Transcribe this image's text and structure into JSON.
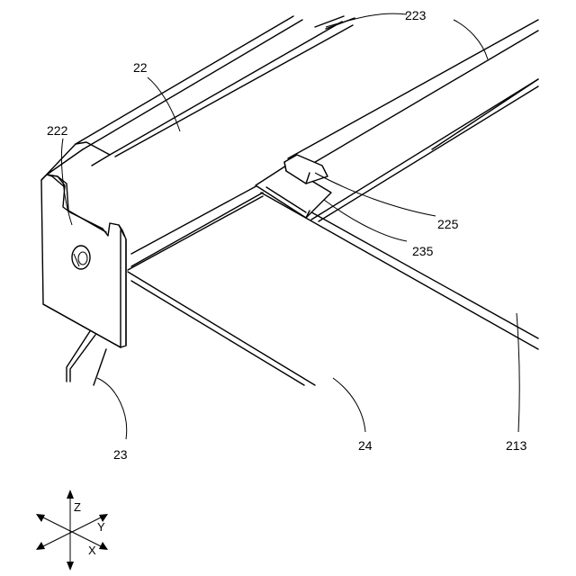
{
  "labels": {
    "l22": "22",
    "l222": "222",
    "l223": "223",
    "l225": "225",
    "l235": "235",
    "l23": "23",
    "l24": "24",
    "l213": "213"
  },
  "axes": {
    "z": "Z",
    "y": "Y",
    "x": "X"
  }
}
